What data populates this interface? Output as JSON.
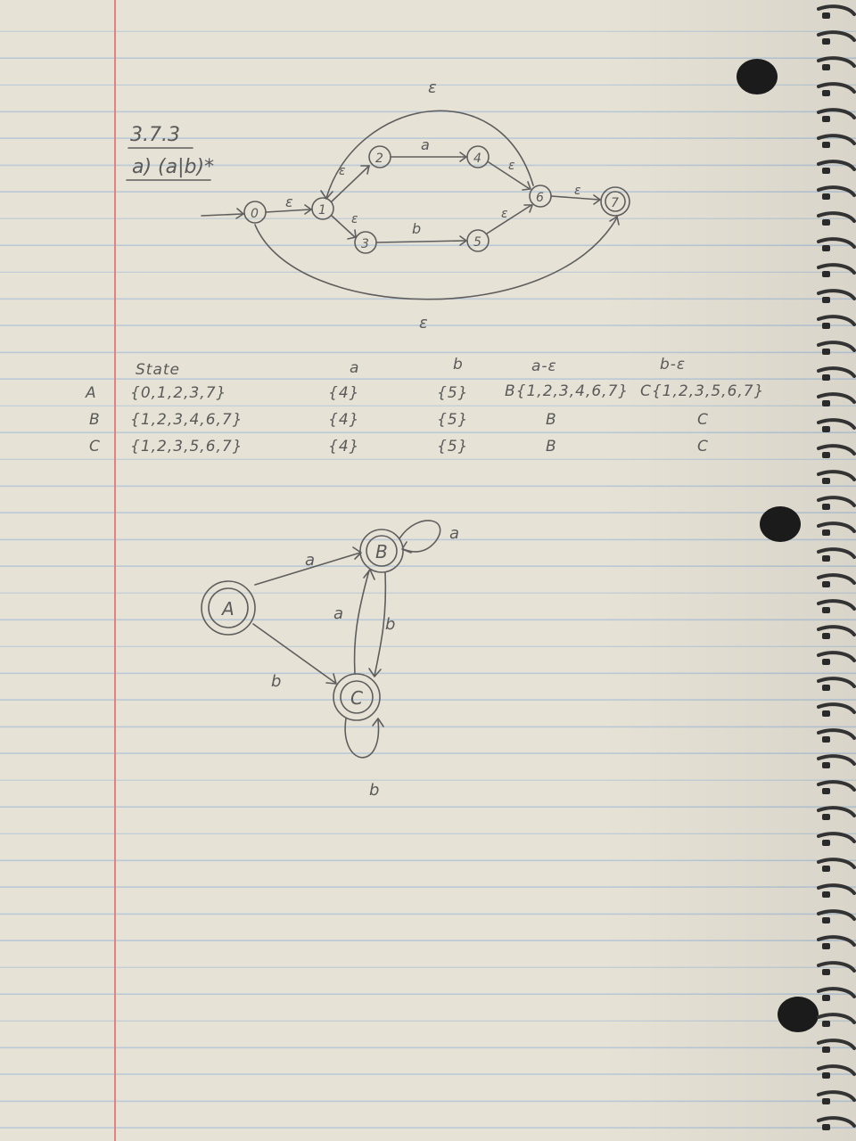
{
  "heading": {
    "section": "3.7.3",
    "part": "a) (a|b)*"
  },
  "nfa": {
    "states": [
      "0",
      "1",
      "2",
      "3",
      "4",
      "5",
      "6",
      "7"
    ],
    "edge_labels": {
      "epsilon": "ε",
      "a": "a",
      "b": "b"
    }
  },
  "table": {
    "headers": [
      "State",
      "a",
      "b",
      "a-ε",
      "b-ε"
    ],
    "rows": [
      {
        "name": "A",
        "state": "{0,1,2,3,7}",
        "a": "{4}",
        "b": "{5}",
        "a_eps": "B{1,2,3,4,6,7}",
        "b_eps": "C{1,2,3,5,6,7}"
      },
      {
        "name": "B",
        "state": "{1,2,3,4,6,7}",
        "a": "{4}",
        "b": "{5}",
        "a_eps": "B",
        "b_eps": "C"
      },
      {
        "name": "C",
        "state": "{1,2,3,5,6,7}",
        "a": "{4}",
        "b": "{5}",
        "a_eps": "B",
        "b_eps": "C"
      }
    ]
  },
  "dfa": {
    "states": [
      "A",
      "B",
      "C"
    ],
    "transitions": {
      "a": "a",
      "b": "b"
    }
  }
}
